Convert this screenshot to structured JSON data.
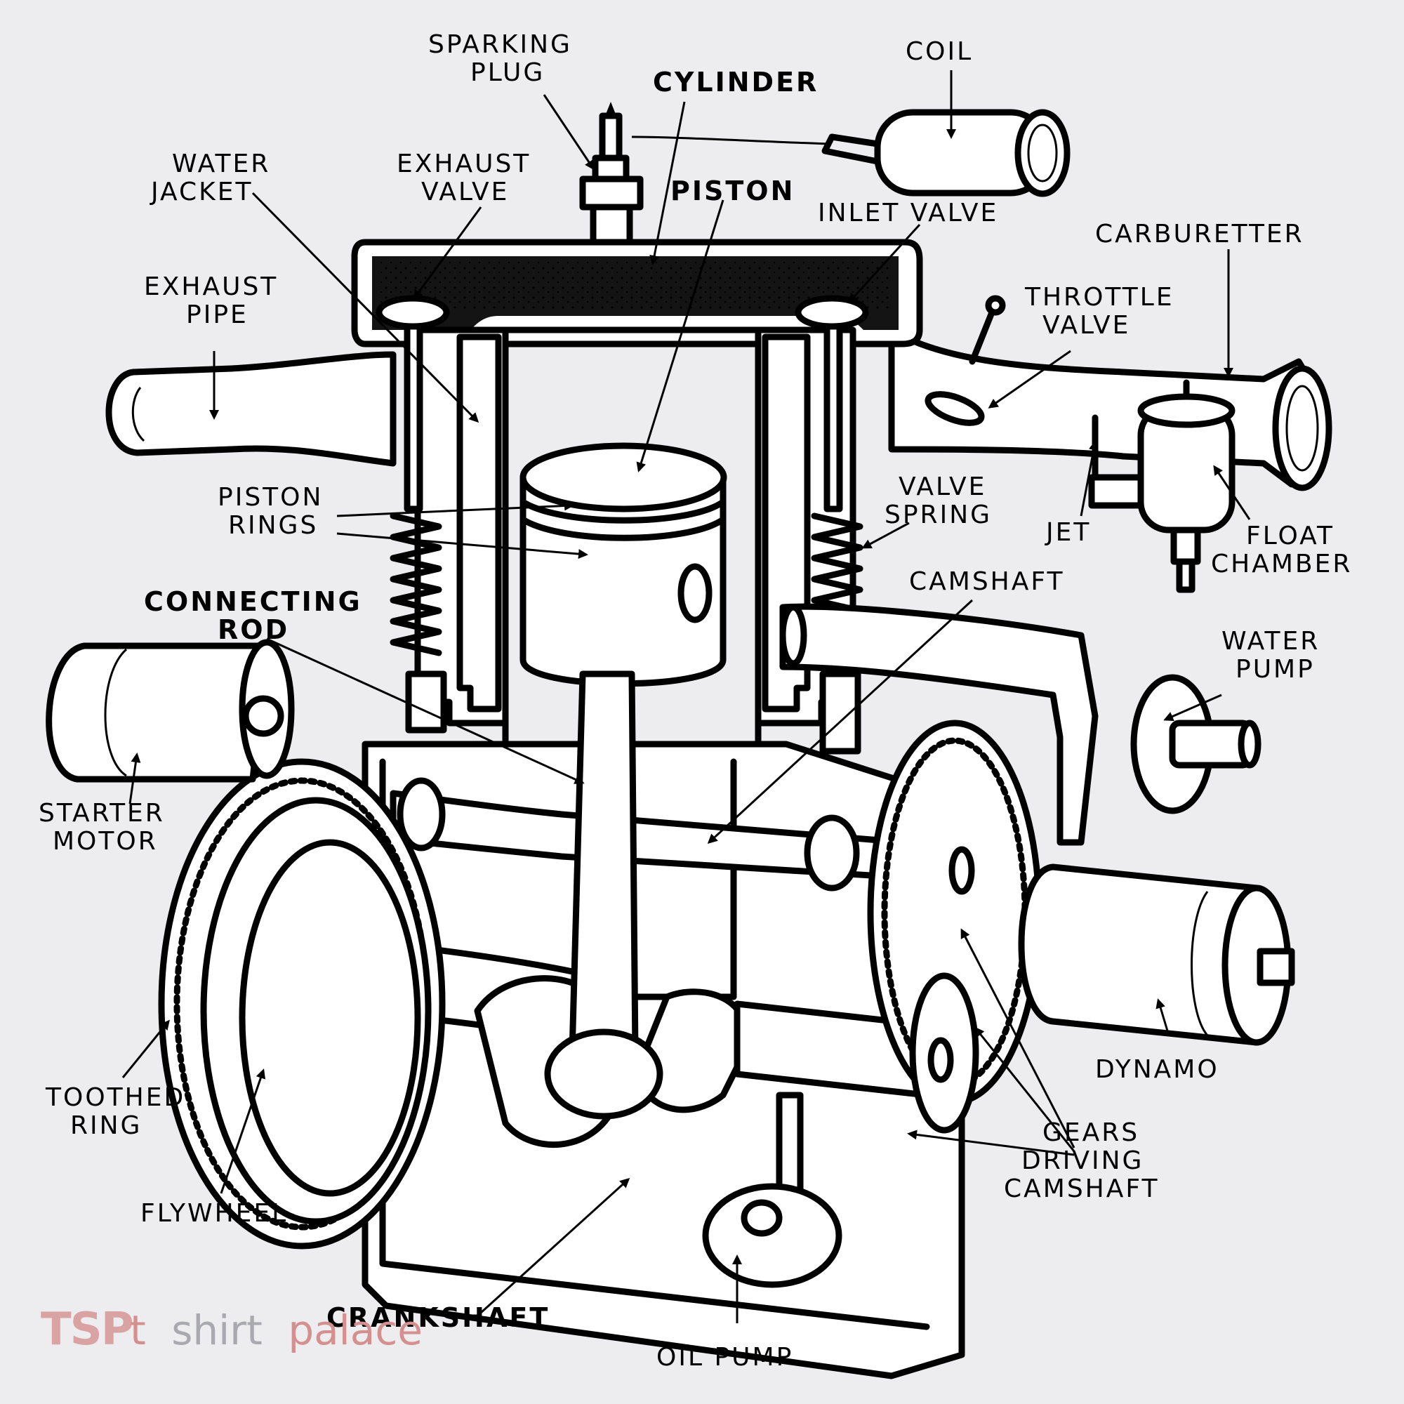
{
  "labels": {
    "sparking_plug": [
      "SPARKING",
      "PLUG"
    ],
    "cylinder": "CYLINDER",
    "coil": "COIL",
    "water_jacket": [
      "WATER",
      "JACKET"
    ],
    "exhaust_valve": [
      "EXHAUST",
      "VALVE"
    ],
    "piston": "PISTON",
    "inlet_valve": "INLET  VALVE",
    "carburetter": "CARBURETTER",
    "exhaust_pipe": [
      "EXHAUST",
      "PIPE"
    ],
    "throttle_valve": [
      "THROTTLE",
      "VALVE"
    ],
    "piston_rings": [
      "PISTON",
      "RINGS"
    ],
    "valve_spring": [
      "VALVE",
      "SPRING"
    ],
    "jet": "JET",
    "float_chamber": [
      "FLOAT",
      "CHAMBER"
    ],
    "camshaft": "CAMSHAFT",
    "connecting_rod": [
      "CONNECTING",
      "ROD"
    ],
    "water_pump": [
      "WATER",
      "PUMP"
    ],
    "starter_motor": [
      "STARTER",
      "MOTOR"
    ],
    "dynamo": "DYNAMO",
    "toothed_ring": [
      "TOOTHED",
      "RING"
    ],
    "gears_driving_camshaft": [
      "GEARS",
      "DRIVING",
      "CAMSHAFT"
    ],
    "flywheel": "FLYWHEEL",
    "crankshaft": "CRANKSHAFT",
    "oil_pump": "OIL  PUMP"
  },
  "watermark": {
    "logo": "TSP",
    "text_t": "t",
    "text_shirt": "shirt",
    "text_palace": "palace",
    "colors": {
      "logo": "#d9a3a3",
      "shirt": "#a9a9b0",
      "palace": "#d48f8f"
    }
  },
  "colors": {
    "ink": "#000000",
    "paper": "#ededf0",
    "fill": "#ffffff"
  }
}
